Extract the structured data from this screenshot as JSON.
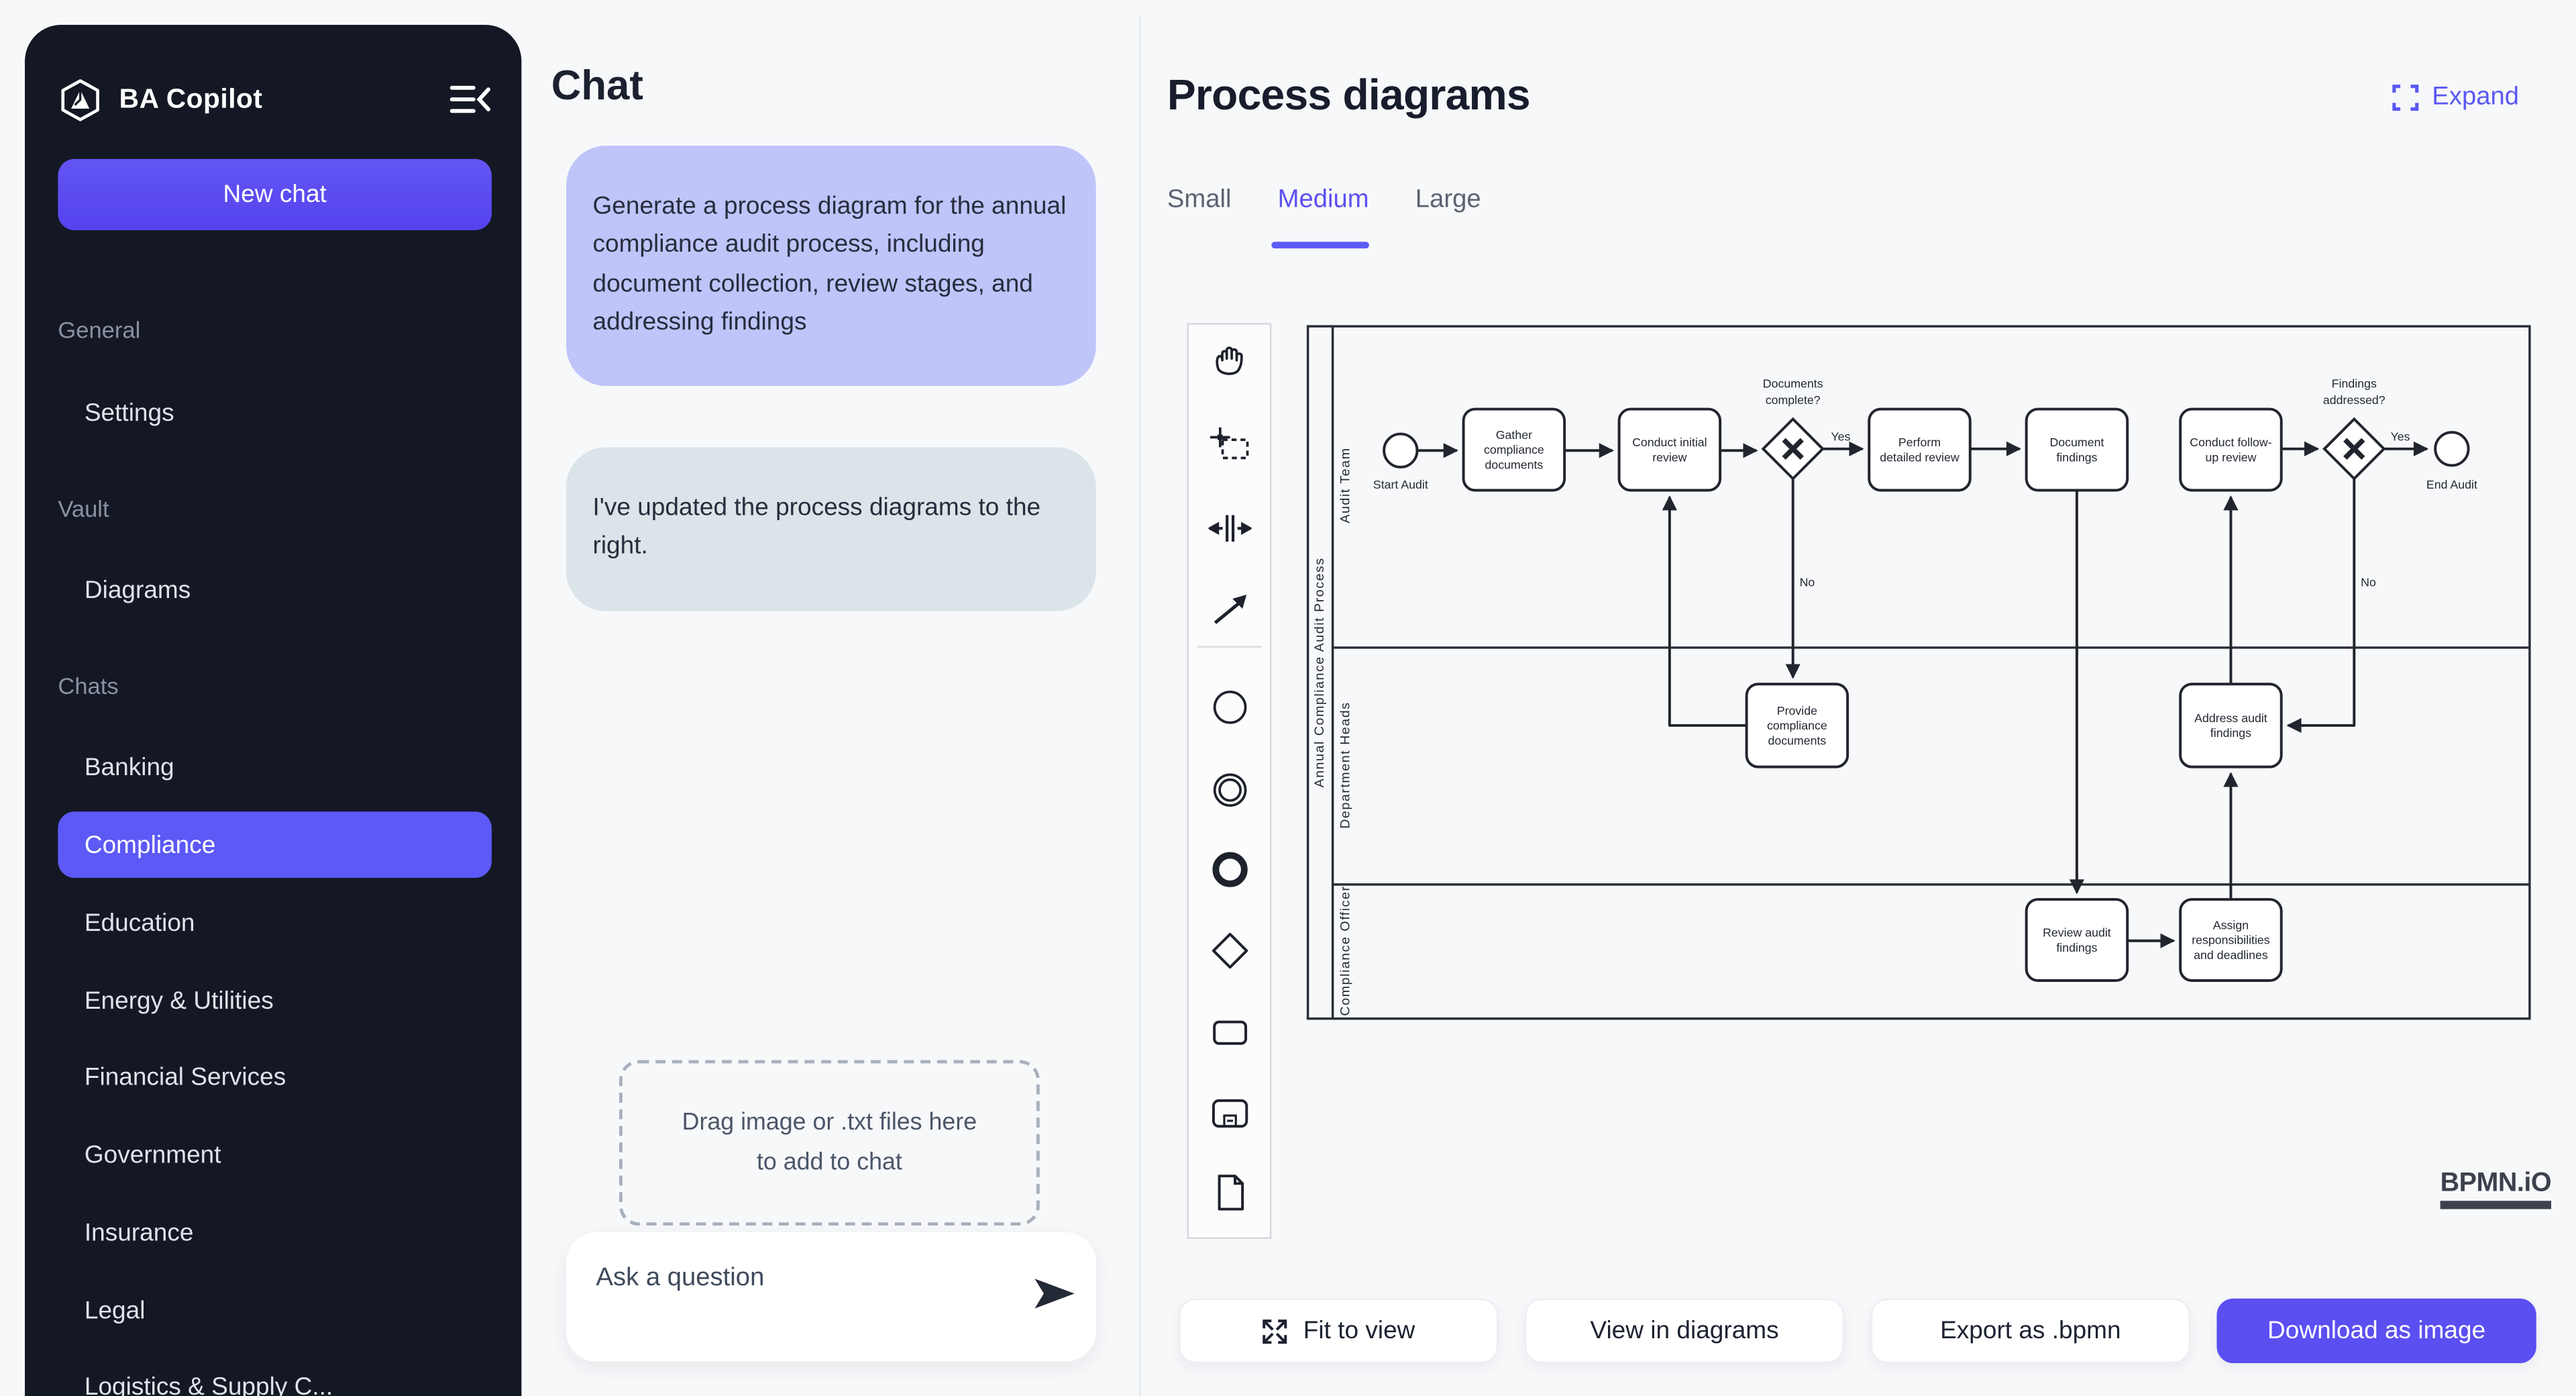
{
  "colors": {
    "accent": "#5b50f2",
    "sidebar_bg": "#141824",
    "new_chat_bg": "#5847ef",
    "selected_item_bg": "#5c59f6",
    "user_bubble": "#bfc4f9",
    "assistant_bubble": "#dbe4e8",
    "download_button_bg": "#5b4ff1",
    "page_bg": "#f7f8fa"
  },
  "sidebar": {
    "app_name": "BA Copilot",
    "new_chat_label": "New chat",
    "sections": [
      {
        "label": "General",
        "items": [
          {
            "label": "Settings"
          }
        ]
      },
      {
        "label": "Vault",
        "items": [
          {
            "label": "Diagrams"
          }
        ]
      },
      {
        "label": "Chats",
        "items": [
          {
            "label": "Banking"
          },
          {
            "label": "Compliance",
            "selected": true
          },
          {
            "label": "Education"
          },
          {
            "label": "Energy & Utilities"
          },
          {
            "label": "Financial Services"
          },
          {
            "label": "Government"
          },
          {
            "label": "Insurance"
          },
          {
            "label": "Legal"
          },
          {
            "label": "Logistics & Supply C..."
          }
        ]
      }
    ]
  },
  "chat": {
    "title": "Chat",
    "messages": [
      {
        "role": "user",
        "text": "Generate a process diagram for the annual compliance audit process, including document collection, review stages, and addressing findings"
      },
      {
        "role": "assistant",
        "text": "I've updated the process diagrams to the right."
      }
    ],
    "dropzone_line1": "Drag image or .txt files here",
    "dropzone_line2": "to add to chat",
    "input_placeholder": "Ask a question"
  },
  "panel": {
    "title": "Process diagrams",
    "expand_label": "Expand",
    "tabs": [
      {
        "label": "Small"
      },
      {
        "label": "Medium"
      },
      {
        "label": "Large"
      }
    ],
    "active_tab": "Medium",
    "actions": {
      "fit": "Fit to view",
      "view": "View in diagrams",
      "export": "Export as .bpmn",
      "download": "Download as image"
    },
    "watermark": "BPMN.iO"
  },
  "bpmn": {
    "pool": "Annual Compliance Audit Process",
    "lanes": [
      "Audit Team",
      "Department Heads",
      "Compliance Officer"
    ],
    "start_label": "Start Audit",
    "end_label": "End Audit",
    "g1": [
      "Documents",
      "complete?"
    ],
    "g2": [
      "Findings",
      "addressed?"
    ],
    "yes": "Yes",
    "no": "No",
    "t_gather": [
      "Gather",
      "compliance",
      "documents"
    ],
    "t_initial": [
      "Conduct initial",
      "review"
    ],
    "t_detailed": [
      "Perform",
      "detailed review"
    ],
    "t_document": [
      "Document",
      "findings"
    ],
    "t_followup": [
      "Conduct follow-",
      "up review"
    ],
    "t_provide": [
      "Provide",
      "compliance",
      "documents"
    ],
    "t_address": [
      "Address audit",
      "findings"
    ],
    "t_review": [
      "Review audit",
      "findings"
    ],
    "t_assign": [
      "Assign",
      "responsibilities",
      "and deadlines"
    ]
  }
}
